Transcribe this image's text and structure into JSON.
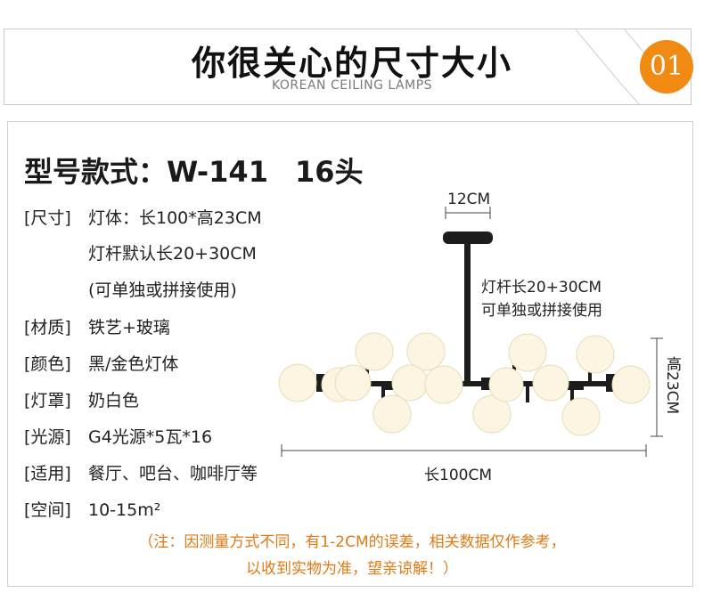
{
  "header": {
    "title": "你很关心的尺寸大小",
    "subtitle": "KOREAN CEILING LAMPS",
    "badge": "01"
  },
  "model": {
    "label": "型号款式：",
    "code": "W-141",
    "heads": "16头"
  },
  "specs": [
    {
      "label": "[尺寸]",
      "value": "灯体：长100*高23CM"
    },
    {
      "label": "",
      "value": "灯杆默认长20+30CM"
    },
    {
      "label": "",
      "value": "(可单独或拼接使用)"
    },
    {
      "label": "[材质]",
      "value": "铁艺+玻璃"
    },
    {
      "label": "[颜色]",
      "value": "黑/金色灯体"
    },
    {
      "label": "[灯罩]",
      "value": "奶白色"
    },
    {
      "label": "[光源]",
      "value": "G4光源*5瓦*16"
    },
    {
      "label": "[适用]",
      "value": "餐厅、吧台、咖啡厅等"
    },
    {
      "label": "[空间]",
      "value": "10-15m²"
    }
  ],
  "diagram": {
    "canopy_width": "12CM",
    "rod_line1": "灯杆长20+30CM",
    "rod_line2": "可单独或拼接使用",
    "height": "高23CM",
    "length": "长100CM"
  },
  "note": {
    "line1": "（注：因测量方式不同，有1-2CM的误差，相关数据仅作参考，",
    "line2": "以收到实物为准，望亲谅解！）"
  },
  "colors": {
    "accent": "#f08a12",
    "note": "#e07a14",
    "frame": "#1a1a1a",
    "globe": "#fbf5e2"
  }
}
